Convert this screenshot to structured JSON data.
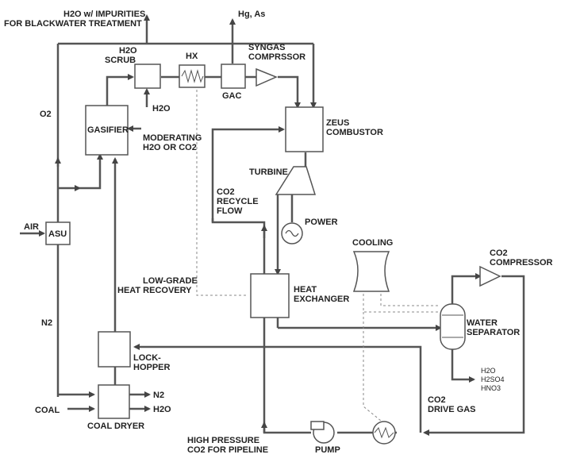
{
  "labels": {
    "h2o_impurities_1": "H2O w/ IMPURITIES",
    "h2o_impurities_2": "FOR BLACKWATER TREATMENT",
    "hg_as": "Hg, As",
    "h2o_scrub_1": "H2O",
    "h2o_scrub_2": "SCRUB",
    "hx": "HX",
    "syngas_1": "SYNGAS",
    "syngas_2": "COMPRSSOR",
    "h2o_in": "H2O",
    "gac": "GAC",
    "o2": "O2",
    "gasifier": "GASIFIER",
    "moderating_1": "MODERATING",
    "moderating_2": "H2O OR CO2",
    "zeus_1": "ZEUS",
    "zeus_2": "COMBUSTOR",
    "turbine": "TURBINE",
    "co2_recycle_1": "CO2",
    "co2_recycle_2": "RECYCLE",
    "co2_recycle_3": "FLOW",
    "power": "POWER",
    "air": "AIR",
    "asu": "ASU",
    "cooling": "COOLING",
    "co2_comp_1": "CO2",
    "co2_comp_2": "COMPRESSOR",
    "low_grade_1": "LOW-GRADE",
    "low_grade_2": "HEAT RECOVERY",
    "heat_ex_1": "HEAT",
    "heat_ex_2": "EXCHANGER",
    "water_sep_1": "WATER",
    "water_sep_2": "SEPARATOR",
    "n2": "N2",
    "lock_1": "LOCK-",
    "lock_2": "HOPPER",
    "out_h2o": "H2O",
    "out_h2so4": "H2SO4",
    "out_hno3": "HNO3",
    "n2_out": "N2",
    "h2o_out": "H2O",
    "coal": "COAL",
    "coal_dryer": "COAL DRYER",
    "co2_drive_1": "CO2",
    "co2_drive_2": "DRIVE GAS",
    "hp_1": "HIGH PRESSURE",
    "hp_2": "CO2 FOR PIPELINE",
    "pump": "PUMP"
  }
}
